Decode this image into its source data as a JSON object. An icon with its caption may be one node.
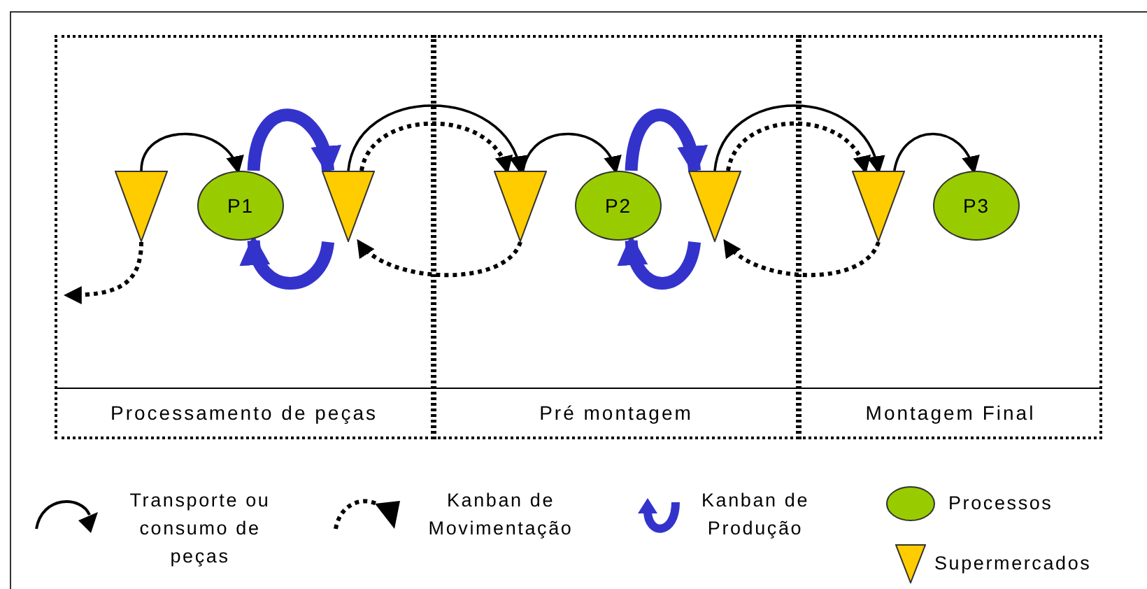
{
  "diagram": {
    "nodes": [
      {
        "text": [
          "Processamento de peças"
        ]
      },
      {
        "text": [],
        "shape": "triangle",
        "in": 0
      },
      {
        "text": [
          "P1"
        ],
        "in": 0
      },
      {
        "text": [],
        "shape": "triangle",
        "in": 0
      },
      {
        "text": [
          "Pré montagem"
        ]
      },
      {
        "text": [],
        "shape": "triangle",
        "in": 4
      },
      {
        "text": [
          "P2"
        ],
        "in": 4
      },
      {
        "text": [],
        "shape": "triangle",
        "in": 4
      },
      {
        "text": [
          "Montagem Final"
        ]
      },
      {
        "text": [],
        "shape": "triangle",
        "in": 8
      },
      {
        "text": [
          "P3"
        ],
        "in": 8
      }
    ],
    "edges": [
      {
        "from": 1,
        "to": 2,
        "arrow": "to"
      },
      {
        "from": 2,
        "to": 3,
        "arrow": "to",
        "style": "thick",
        "color": "#3333cc"
      },
      {
        "from": 3,
        "to": 2,
        "arrow": "to",
        "style": "thick",
        "color": "#3333cc"
      },
      {
        "from": 3,
        "to": 5,
        "arrow": "to"
      },
      {
        "from": 3,
        "to": 5,
        "arrow": "to",
        "style": "dashed"
      },
      {
        "from": 5,
        "to": 3,
        "arrow": "to",
        "style": "dashed"
      },
      {
        "from": 1,
        "to": null,
        "arrow": "to",
        "style": "dashed"
      },
      {
        "from": 5,
        "to": 6,
        "arrow": "to"
      },
      {
        "from": 6,
        "to": 7,
        "arrow": "to",
        "style": "thick",
        "color": "#3333cc"
      },
      {
        "from": 7,
        "to": 6,
        "arrow": "to",
        "style": "thick",
        "color": "#3333cc"
      },
      {
        "from": 7,
        "to": 9,
        "arrow": "to"
      },
      {
        "from": 7,
        "to": 9,
        "arrow": "to",
        "style": "dashed"
      },
      {
        "from": 9,
        "to": 7,
        "arrow": "to",
        "style": "dashed"
      },
      {
        "from": 9,
        "to": 10,
        "arrow": "to"
      }
    ],
    "legend": [
      {
        "text": "Transporte ou consumo de peças"
      },
      {
        "text": "Kanban de Movimentação"
      },
      {
        "text": "Kanban de Produção"
      },
      {
        "text": "Processos"
      },
      {
        "text": "Supermercados"
      }
    ]
  }
}
